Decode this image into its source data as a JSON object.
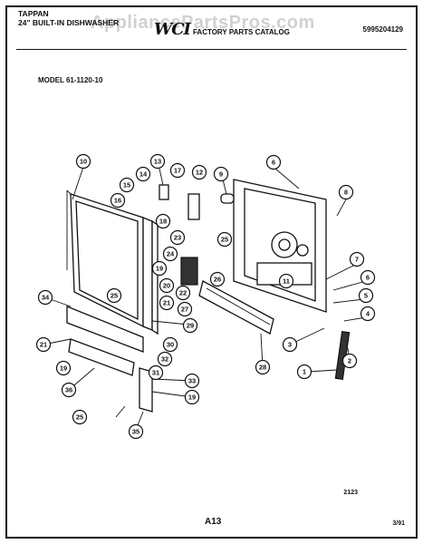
{
  "header": {
    "brand": "TAPPAN",
    "product": "24\" BUILT-IN DISHWASHER",
    "logo_text": "WCI",
    "catalog_title": "FACTORY PARTS CATALOG",
    "part_number": "5995204129",
    "watermark": "AppliancePartsPros.com"
  },
  "model_label": "MODEL 61-1120-10",
  "callouts": [
    {
      "label": "10"
    },
    {
      "label": "13"
    },
    {
      "label": "14"
    },
    {
      "label": "15"
    },
    {
      "label": "17"
    },
    {
      "label": "12"
    },
    {
      "label": "16"
    },
    {
      "label": "18"
    },
    {
      "label": "9"
    },
    {
      "label": "6"
    },
    {
      "label": "8"
    },
    {
      "label": "23"
    },
    {
      "label": "25"
    },
    {
      "label": "24"
    },
    {
      "label": "19"
    },
    {
      "label": "26"
    },
    {
      "label": "7"
    },
    {
      "label": "6"
    },
    {
      "label": "5"
    },
    {
      "label": "20"
    },
    {
      "label": "22"
    },
    {
      "label": "11"
    },
    {
      "label": "34"
    },
    {
      "label": "25"
    },
    {
      "label": "21"
    },
    {
      "label": "27"
    },
    {
      "label": "4"
    },
    {
      "label": "29"
    },
    {
      "label": "3"
    },
    {
      "label": "21"
    },
    {
      "label": "30"
    },
    {
      "label": "32"
    },
    {
      "label": "19"
    },
    {
      "label": "28"
    },
    {
      "label": "2"
    },
    {
      "label": "31"
    },
    {
      "label": "1"
    },
    {
      "label": "36"
    },
    {
      "label": "33"
    },
    {
      "label": "19"
    },
    {
      "label": "25"
    },
    {
      "label": "35"
    }
  ],
  "footer": {
    "drawing_code": "2123",
    "page": "A13",
    "date": "3/91"
  }
}
